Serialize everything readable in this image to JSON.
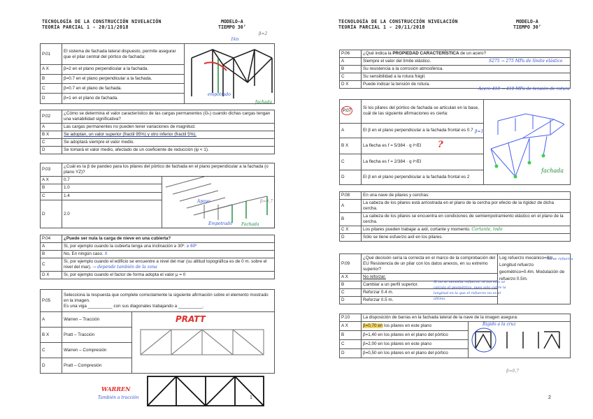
{
  "header": {
    "title_line1": "TECNOLOGÍA DE LA CONSTRUCCIÓN NIVELACIÓN",
    "title_line2": "TEORÍA PARCIAL 1 - 20/11/2018",
    "model": "MODELO-A",
    "time": "TIEMPO 30’"
  },
  "pages": [
    {
      "number": "1"
    },
    {
      "number": "2"
    }
  ],
  "questions": [
    {
      "id": "P.01",
      "text": "El sistema de fachada lateral dispuesto, permite asegurar que el pilar central del pórtico de fachada:",
      "options": [
        {
          "label": "A X",
          "text": "β=2 en el plano perpendicular a la fachada."
        },
        {
          "label": "B",
          "text": "β=0.7 en el plano perpendicular a la fachada."
        },
        {
          "label": "C",
          "text": "β=0.7 en el plano de fachada."
        },
        {
          "label": "D",
          "text": "β=1 en el plano de fachada."
        }
      ]
    },
    {
      "id": "P.02",
      "text": "¿Cómo se determina el valor característico de las cargas permanentes (Gₖ) cuando dichas cargas tengan una variabilidad significativa?",
      "options": [
        {
          "label": "A",
          "text": "Las cargas permanentes no pueden tener variaciones de magnitud."
        },
        {
          "label": "B X",
          "text": "Se adoptan, un valor superior (fractil 95%) y otro inferior (fractil 5%)."
        },
        {
          "label": "C",
          "text": "Se adoptará siempre el valor medio."
        },
        {
          "label": "D",
          "text": "Se tomará el valor medio, afectado de un coeficiente de reducción (ψ < 1)."
        }
      ]
    },
    {
      "id": "P.03",
      "text": "¿Cuál es la β de pandeo para los pilares del pórtico de fachada en el plano perpendicular a la fachada (o plano YZ)?",
      "options": [
        {
          "label": "A X",
          "text": "0.7"
        },
        {
          "label": "B",
          "text": "1.0"
        },
        {
          "label": "C",
          "text": "1.4"
        },
        {
          "label": "D",
          "text": "2.0"
        }
      ]
    },
    {
      "id": "P.04",
      "text": "¿Puede ser nula la carga de nieve en una cubierta?",
      "options": [
        {
          "label": "A",
          "text": "Si, por ejemplo cuando la cubierta tenga una inclinación ≥ 30º."
        },
        {
          "label": "B",
          "text": "No, En ningún caso."
        },
        {
          "label": "C",
          "text": "Si, por ejemplo cuando el edificio se encuentre a nivel del mar (su altitud topográfica es de 0 m. sobre el nivel del mar)."
        },
        {
          "label": "D X",
          "text": "Si, por ejemplo cuando el factor de forma adopta el valor μ = 0"
        }
      ]
    },
    {
      "id": "P.05",
      "text": "Selecciona la respuesta que complete correctamente la siguiente afirmación sobre el elemento mostrado en la imagen.",
      "text2": "Es una viga __________ con sus diagonales trabajando a __________.",
      "options": [
        {
          "label": "A",
          "text": "Warren – Tracción"
        },
        {
          "label": "B X",
          "text": "Pratt – Tracción"
        },
        {
          "label": "C",
          "text": "Warren – Compresión"
        },
        {
          "label": "D",
          "text": "Pratt – Compresión"
        }
      ]
    },
    {
      "id": "P.06",
      "text_pre": "¿Qué indica la ",
      "text_bold": "PROPIEDAD CARACTERÍSTICA",
      "text_post": " de un acero?",
      "options": [
        {
          "label": "A",
          "text": "Siempre el valor del límite elástico."
        },
        {
          "label": "B",
          "text": "Su resistencia a la corrosión atmosférica."
        },
        {
          "label": "C",
          "text": "Su sensibilidad a la rotura frágil."
        },
        {
          "label": "D X",
          "text": "Puede indicar la tensión de rotura."
        }
      ]
    },
    {
      "id": "P.07",
      "text": "Si los pilares del pórtico de fachada se articulan en la base, cuál de las siguiente afirmaciones es cierta:",
      "options": [
        {
          "label": "A",
          "text": "El β en el plano perpendicular a la fachada frontal es 0.7"
        },
        {
          "label": "B X",
          "text": "La flecha es  f = 5/384 · q·l⁴/EI"
        },
        {
          "label": "C",
          "text": "La flecha es  f = 2/384 · q·l⁴/EI"
        },
        {
          "label": "D",
          "text": "El β en el plano perpendicular a la fachada frontal es 2"
        }
      ]
    },
    {
      "id": "P.08",
      "text": "En una nave de pilares y cerchas:",
      "options": [
        {
          "label": "A",
          "text": "La cabeza de los pilares está arriostrada en el plano de la cercha por efecto de la rigidez de dicha cercha."
        },
        {
          "label": "B",
          "text": "La cabeza de los pilares se encuentra en condiciones de semiempotramiento elástico en el plano de la cercha."
        },
        {
          "label": "C X",
          "text": "Los pilares pueden trabajar a axil, cortante y momento."
        },
        {
          "label": "D",
          "text": "Sólo se tiene esfuerzo axil en los pilares."
        }
      ]
    },
    {
      "id": "P.09",
      "text": "¿Qué decisión sería la correcta en el marco de la comprobación del EU Resistencia de un pilar con los datos anexos, en su extremo superior?",
      "side": "Log refuerzo mecánico=0m. Longitud refuerzo geométrico=0.4m. Modulación de refuerzo 0.5m.",
      "options": [
        {
          "label": "A X",
          "text": "No reforzar."
        },
        {
          "label": "B",
          "text": "Cambiar a un perfil superior."
        },
        {
          "label": "C",
          "text": "Reforzar 0.4 m."
        },
        {
          "label": "D",
          "text": "Reforzar 0.5 m."
        }
      ]
    },
    {
      "id": "P.10",
      "text": "La disposición de barras en la fachada lateral de la nave de la imagen asegura:",
      "options": [
        {
          "label": "A X",
          "text": "β=0,70 en los pilares en este plano"
        },
        {
          "label": "B",
          "text": "β=1,40 en los pilares en el plano del pórtico"
        },
        {
          "label": "C",
          "text": "β=2,00 en los pilares en este plano"
        },
        {
          "label": "D",
          "text": "β=0,50 en los pilares en el plano del pórtico"
        }
      ]
    }
  ],
  "annotations": {
    "p01_fachada": "fachada",
    "p01_empotrado": "empotrado",
    "p01_beta": "β=2",
    "p01_1kn": "1kn",
    "p03_apoyo": "Apoyo",
    "p03_empotrado": "Empotrado",
    "p03_fachada": "Fachada",
    "p03_beta": "β=0,7",
    "p04_a": "≥ 60º",
    "p04_b": "X",
    "p04_c": "→ depende también de la zona",
    "p05_pratt": "PRATT",
    "p05_warren": "WARREN",
    "p05_warren_note": "También a tracción",
    "p06_a": "S275 → 275 MPa de límite elástico",
    "p06_d": "Acero 410 → 410 MPa de tensión de rotura",
    "p07_beta": "β=1",
    "p07_q": "?",
    "p07_fachada": "fachada",
    "p08_c": "Cortante, todo",
    "p09_note": "Si no se necesita refuerzo, ni tan sólo se calcula el geométrico, pues solo cubre la longitud en la que el refuerzo no es el último.",
    "p09_side": "No se refuerza",
    "p10_note": "Rígido a la cruz",
    "p10_beta": "β=0,7",
    "colors": {
      "blue": "#2a4fd0",
      "green": "#1a8a3a",
      "red": "#e0302a",
      "highlight": "#f6d860"
    }
  }
}
